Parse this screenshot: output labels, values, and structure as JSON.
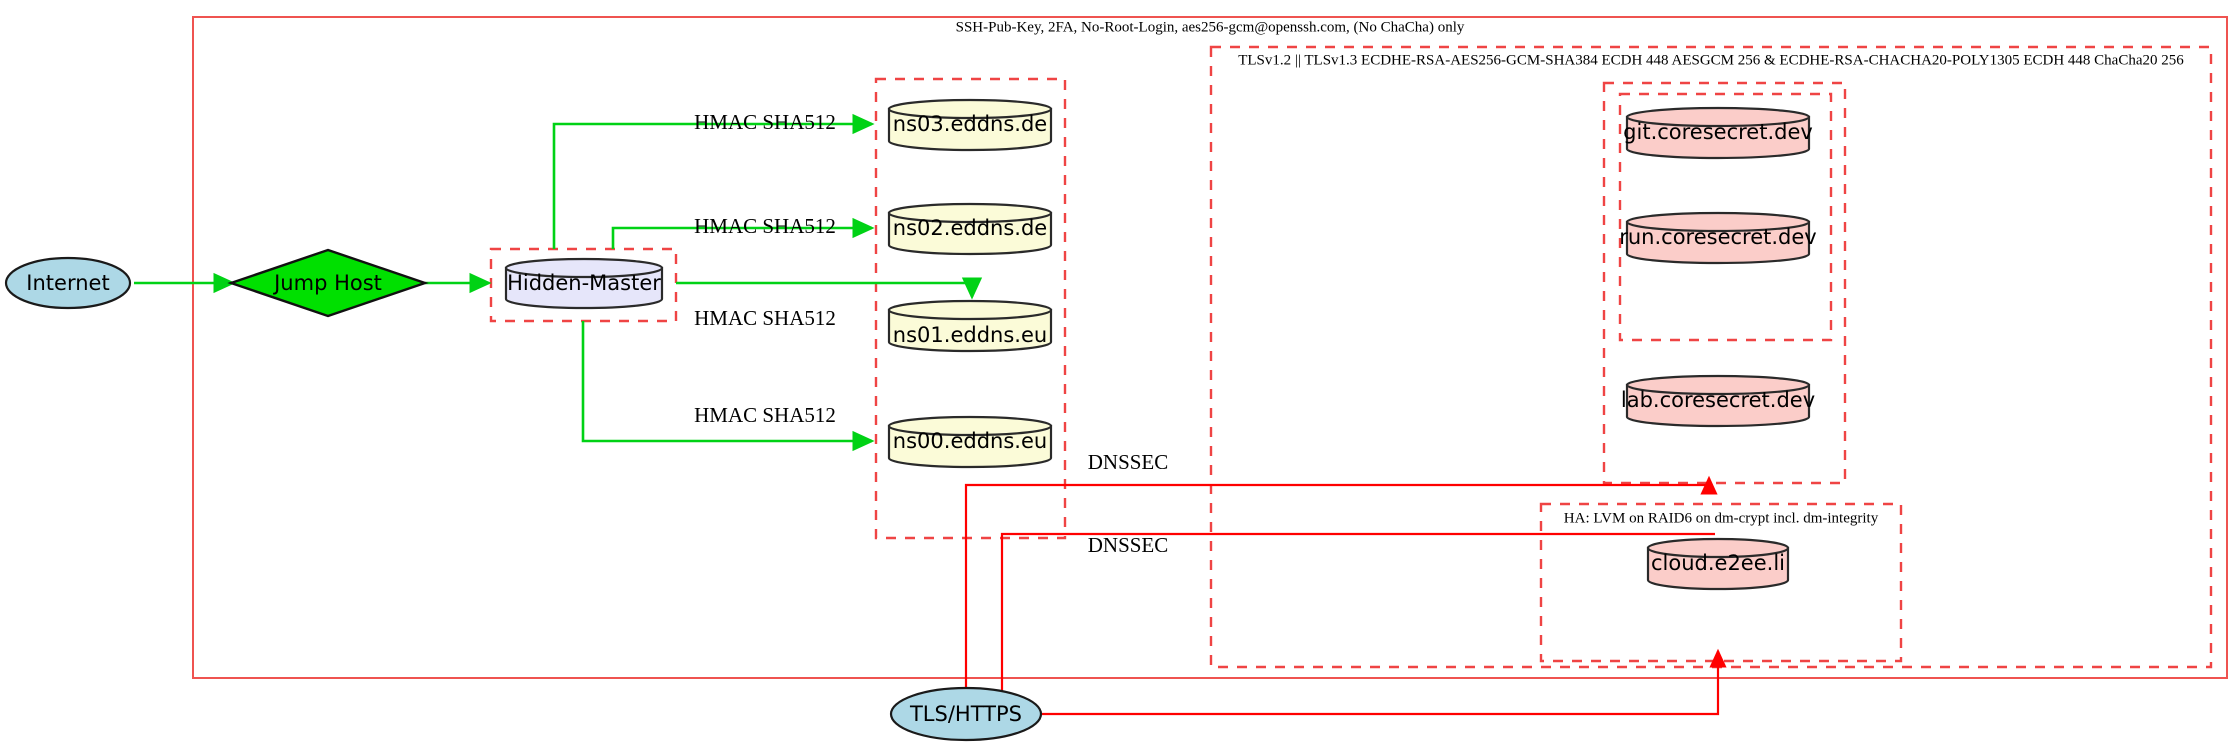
{
  "diagram": {
    "title_hidden": "",
    "clusters": [
      {
        "id": "ssh-zone",
        "label": "SSH-Pub-Key, 2FA, No-Root-Login, aes256-gcm@openssh.com, (No ChaCha) only"
      },
      {
        "id": "tls-zone",
        "label": "TLSv1.2 || TLSv1.3 ECDHE-RSA-AES256-GCM-SHA384 ECDH 448 AESGCM 256 & ECDHE-RSA-CHACHA20-POLY1305 ECDH 448 ChaCha20 256"
      },
      {
        "id": "ha-zone",
        "label": "HA: LVM on RAID6 on dm-crypt incl. dm-integrity"
      },
      {
        "id": "hidden-master-zone",
        "label": ""
      },
      {
        "id": "dns-zone",
        "label": ""
      },
      {
        "id": "coresecret-zone",
        "label": ""
      },
      {
        "id": "coresecret-inner-zone",
        "label": ""
      },
      {
        "id": "cloud-zone",
        "label": ""
      }
    ],
    "nodes": [
      {
        "id": "internet",
        "label": "Internet",
        "shape": "ellipse",
        "fill": "#add8e6"
      },
      {
        "id": "jump-host",
        "label": "Jump Host",
        "shape": "diamond",
        "fill": "#00e000"
      },
      {
        "id": "hidden-master",
        "label": "Hidden-Master",
        "shape": "cylinder",
        "fill": "#e6e6fa"
      },
      {
        "id": "ns03",
        "label": "ns03.eddns.de",
        "shape": "cylinder",
        "fill": "#fbfbd8"
      },
      {
        "id": "ns02",
        "label": "ns02.eddns.de",
        "shape": "cylinder",
        "fill": "#fbfbd8"
      },
      {
        "id": "ns01",
        "label": "ns01.eddns.eu",
        "shape": "cylinder",
        "fill": "#fbfbd8"
      },
      {
        "id": "ns00",
        "label": "ns00.eddns.eu",
        "shape": "cylinder",
        "fill": "#fbfbd8"
      },
      {
        "id": "git",
        "label": "git.coresecret.dev",
        "shape": "cylinder",
        "fill": "#fbcdc9"
      },
      {
        "id": "run",
        "label": "run.coresecret.dev",
        "shape": "cylinder",
        "fill": "#fbcdc9"
      },
      {
        "id": "lab",
        "label": "lab.coresecret.dev",
        "shape": "cylinder",
        "fill": "#fbcdc9"
      },
      {
        "id": "cloud",
        "label": "cloud.e2ee.li",
        "shape": "cylinder",
        "fill": "#fbcdc9"
      },
      {
        "id": "tls-https",
        "label": "TLS/HTTPS",
        "shape": "ellipse",
        "fill": "#add8e6"
      }
    ],
    "edge_labels": {
      "hmac_ns03": "HMAC SHA512",
      "hmac_ns02": "HMAC SHA512",
      "hmac_ns01": "HMAC SHA512",
      "hmac_ns00": "HMAC SHA512",
      "dnssec_upper": "DNSSEC",
      "dnssec_lower": "DNSSEC"
    },
    "colors": {
      "green_edge": "#00d215",
      "red_edge": "#ff0000",
      "cluster_border": "#ef4444",
      "node_blue": "#add8e6",
      "node_green": "#00e000",
      "node_lavender": "#e6e6fa",
      "node_yellow": "#fbfbd8",
      "node_pink": "#fbcdc9"
    }
  }
}
